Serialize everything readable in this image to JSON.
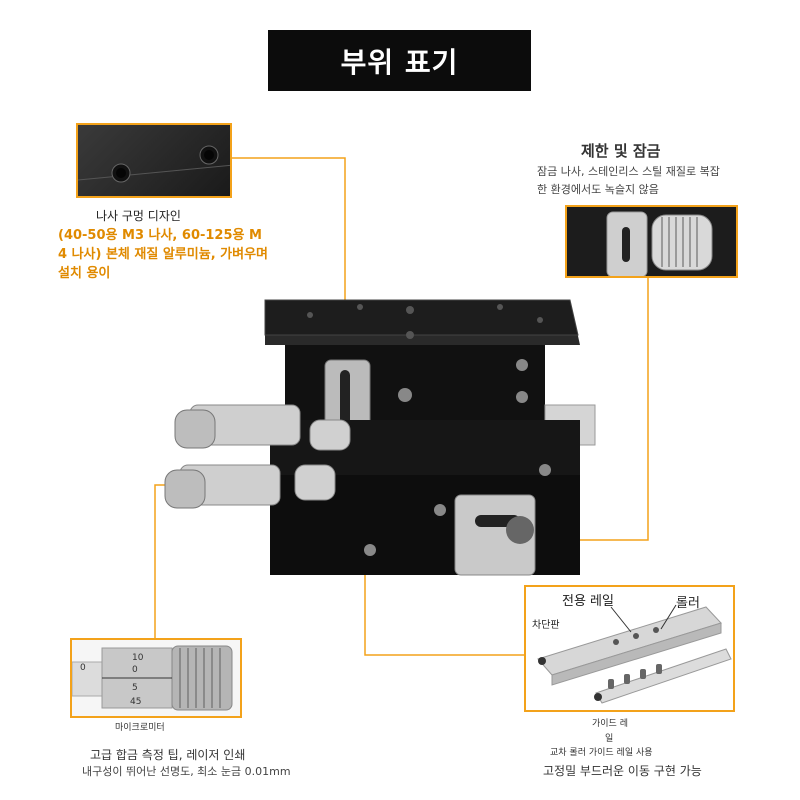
{
  "title": "부위 표기",
  "callouts": {
    "screw_holes": {
      "heading": "나사 구멍 디자인",
      "desc": "(40-50용 M3 나사, 60-125용 M 4 나사) 본체 재질 알루미늄, 가벼우며 설치 용이"
    },
    "lock": {
      "heading": "제한 및 잠금",
      "desc_line1": "잠금 나사, 스테인리스 스틸 재질로 복잡",
      "desc_line2": "한 환경에서도 녹슬지 않음"
    },
    "micrometer": {
      "inset_caption": "마이크로미터",
      "desc_line1": "고급 합금 측정 팁, 레이저 인쇄",
      "desc_line2": "내구성이 뛰어난 선명도, 최소 눈금 0.01mm",
      "scale_labels": [
        "10",
        "0",
        "5",
        "45"
      ]
    },
    "guide_rail": {
      "label_rail": "전용 레일",
      "label_roller": "롤러",
      "label_stopper": "차단판",
      "caption_line1": "가이드 레",
      "caption_line2": "일",
      "caption_line3": "교차 롤러 가이드 레일 사용",
      "desc": "고정밀 부드러운 이동 구현 가능"
    }
  },
  "colors": {
    "accent": "#f3a21a",
    "title_bg": "#0c0c0c",
    "orange_text": "#e08a00"
  }
}
